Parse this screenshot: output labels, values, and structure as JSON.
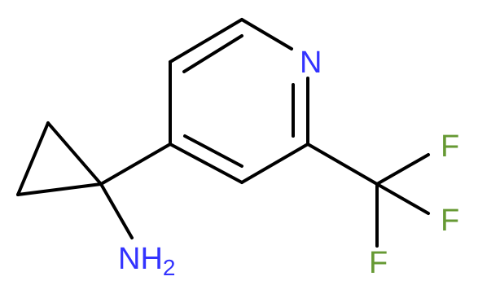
{
  "molecule": {
    "atoms": {
      "pyridine_n": {
        "text": "N",
        "color": "#3333ff"
      },
      "amine": {
        "text": "NH",
        "subscript": "2",
        "color": "#3333ff"
      },
      "fluorine_1": {
        "text": "F",
        "color": "#669933"
      },
      "fluorine_2": {
        "text": "F",
        "color": "#669933"
      },
      "fluorine_3": {
        "text": "F",
        "color": "#669933"
      }
    },
    "bond_color": "#000000"
  }
}
